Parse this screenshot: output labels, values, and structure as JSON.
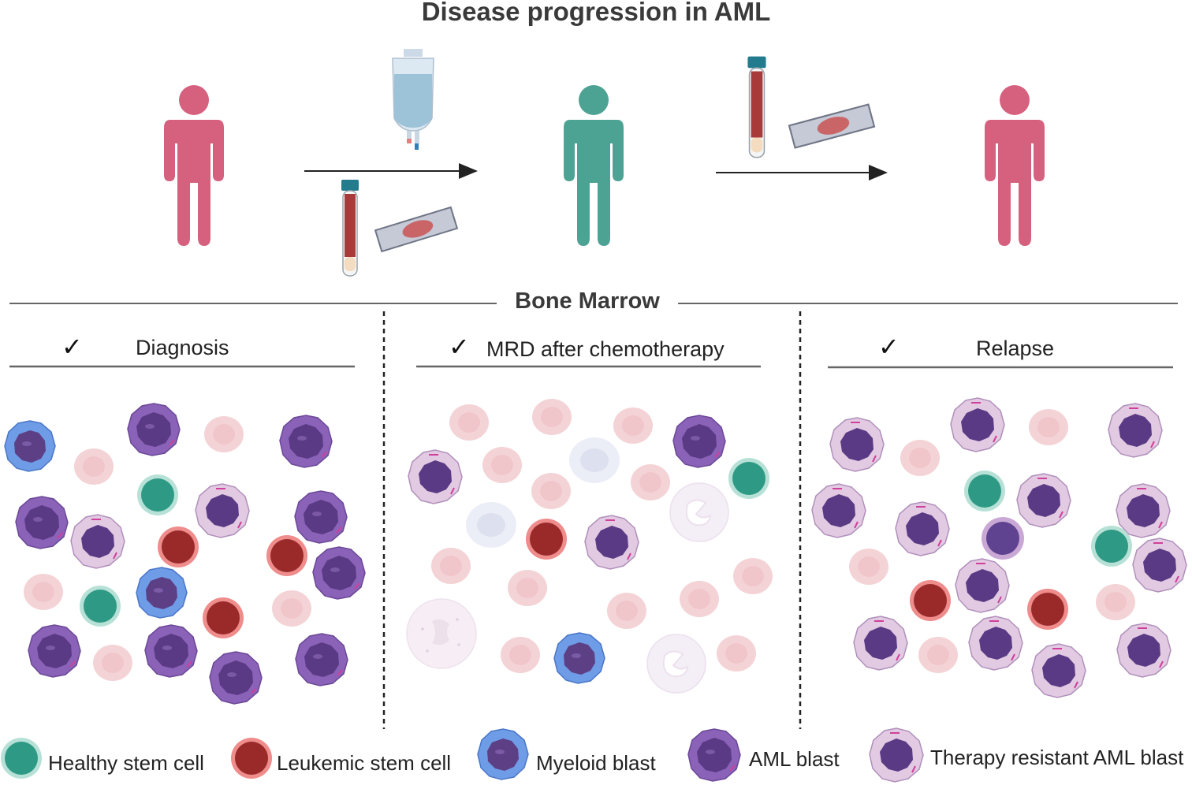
{
  "title": "Disease progression in AML",
  "section_title": "Bone Marrow",
  "panels": [
    {
      "label": "Diagnosis",
      "check": "✓"
    },
    {
      "label": "MRD after chemotherapy",
      "check": "✓"
    },
    {
      "label": "Relapse",
      "check": "✓"
    }
  ],
  "patients": [
    {
      "state": "diseased",
      "color": "#d6617f"
    },
    {
      "state": "remission",
      "color": "#4da393"
    },
    {
      "state": "diseased",
      "color": "#d6617f"
    }
  ],
  "legend": [
    {
      "label": "Healthy stem cell",
      "icon": "healthy-stem-cell-icon"
    },
    {
      "label": "Leukemic stem cell",
      "icon": "leukemic-stem-cell-icon"
    },
    {
      "label": "Myeloid blast",
      "icon": "myeloid-blast-icon"
    },
    {
      "label": "AML blast",
      "icon": "aml-blast-icon"
    },
    {
      "label": "Therapy resistant AML blast",
      "icon": "therapy-resistant-aml-blast-icon"
    }
  ],
  "colors": {
    "healthy_stem": "#2e9a85",
    "leukemic_stem": "#9a2a2a",
    "myeloid_blast": "#5d8fe0",
    "aml_blast": "#8a62b8",
    "resistant_blast": "#d9c3dc",
    "rbc": "#f2cfd3"
  }
}
